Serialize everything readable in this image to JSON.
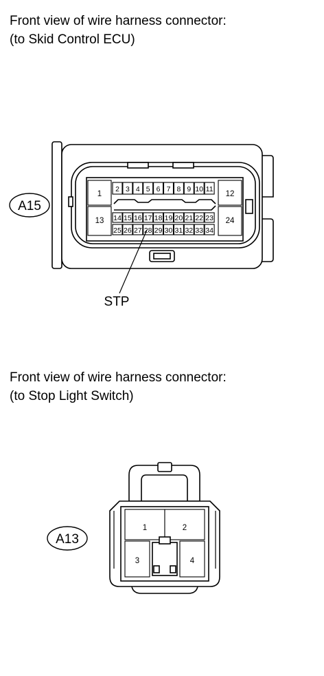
{
  "connector_a15": {
    "caption_line1": "Front view of wire harness connector:",
    "caption_line2": "(to Skid Control ECU)",
    "code": "A15",
    "callout": "STP",
    "pins": [
      "1",
      "2",
      "3",
      "4",
      "5",
      "6",
      "7",
      "8",
      "9",
      "10",
      "11",
      "12",
      "13",
      "14",
      "15",
      "16",
      "17",
      "18",
      "19",
      "20",
      "21",
      "22",
      "23",
      "24",
      "25",
      "26",
      "27",
      "28",
      "29",
      "30",
      "31",
      "32",
      "33",
      "34"
    ]
  },
  "connector_a13": {
    "caption_line1": "Front view of wire harness connector:",
    "caption_line2": "(to Stop Light Switch)",
    "code": "A13",
    "pins": [
      "1",
      "2",
      "3",
      "4"
    ]
  }
}
